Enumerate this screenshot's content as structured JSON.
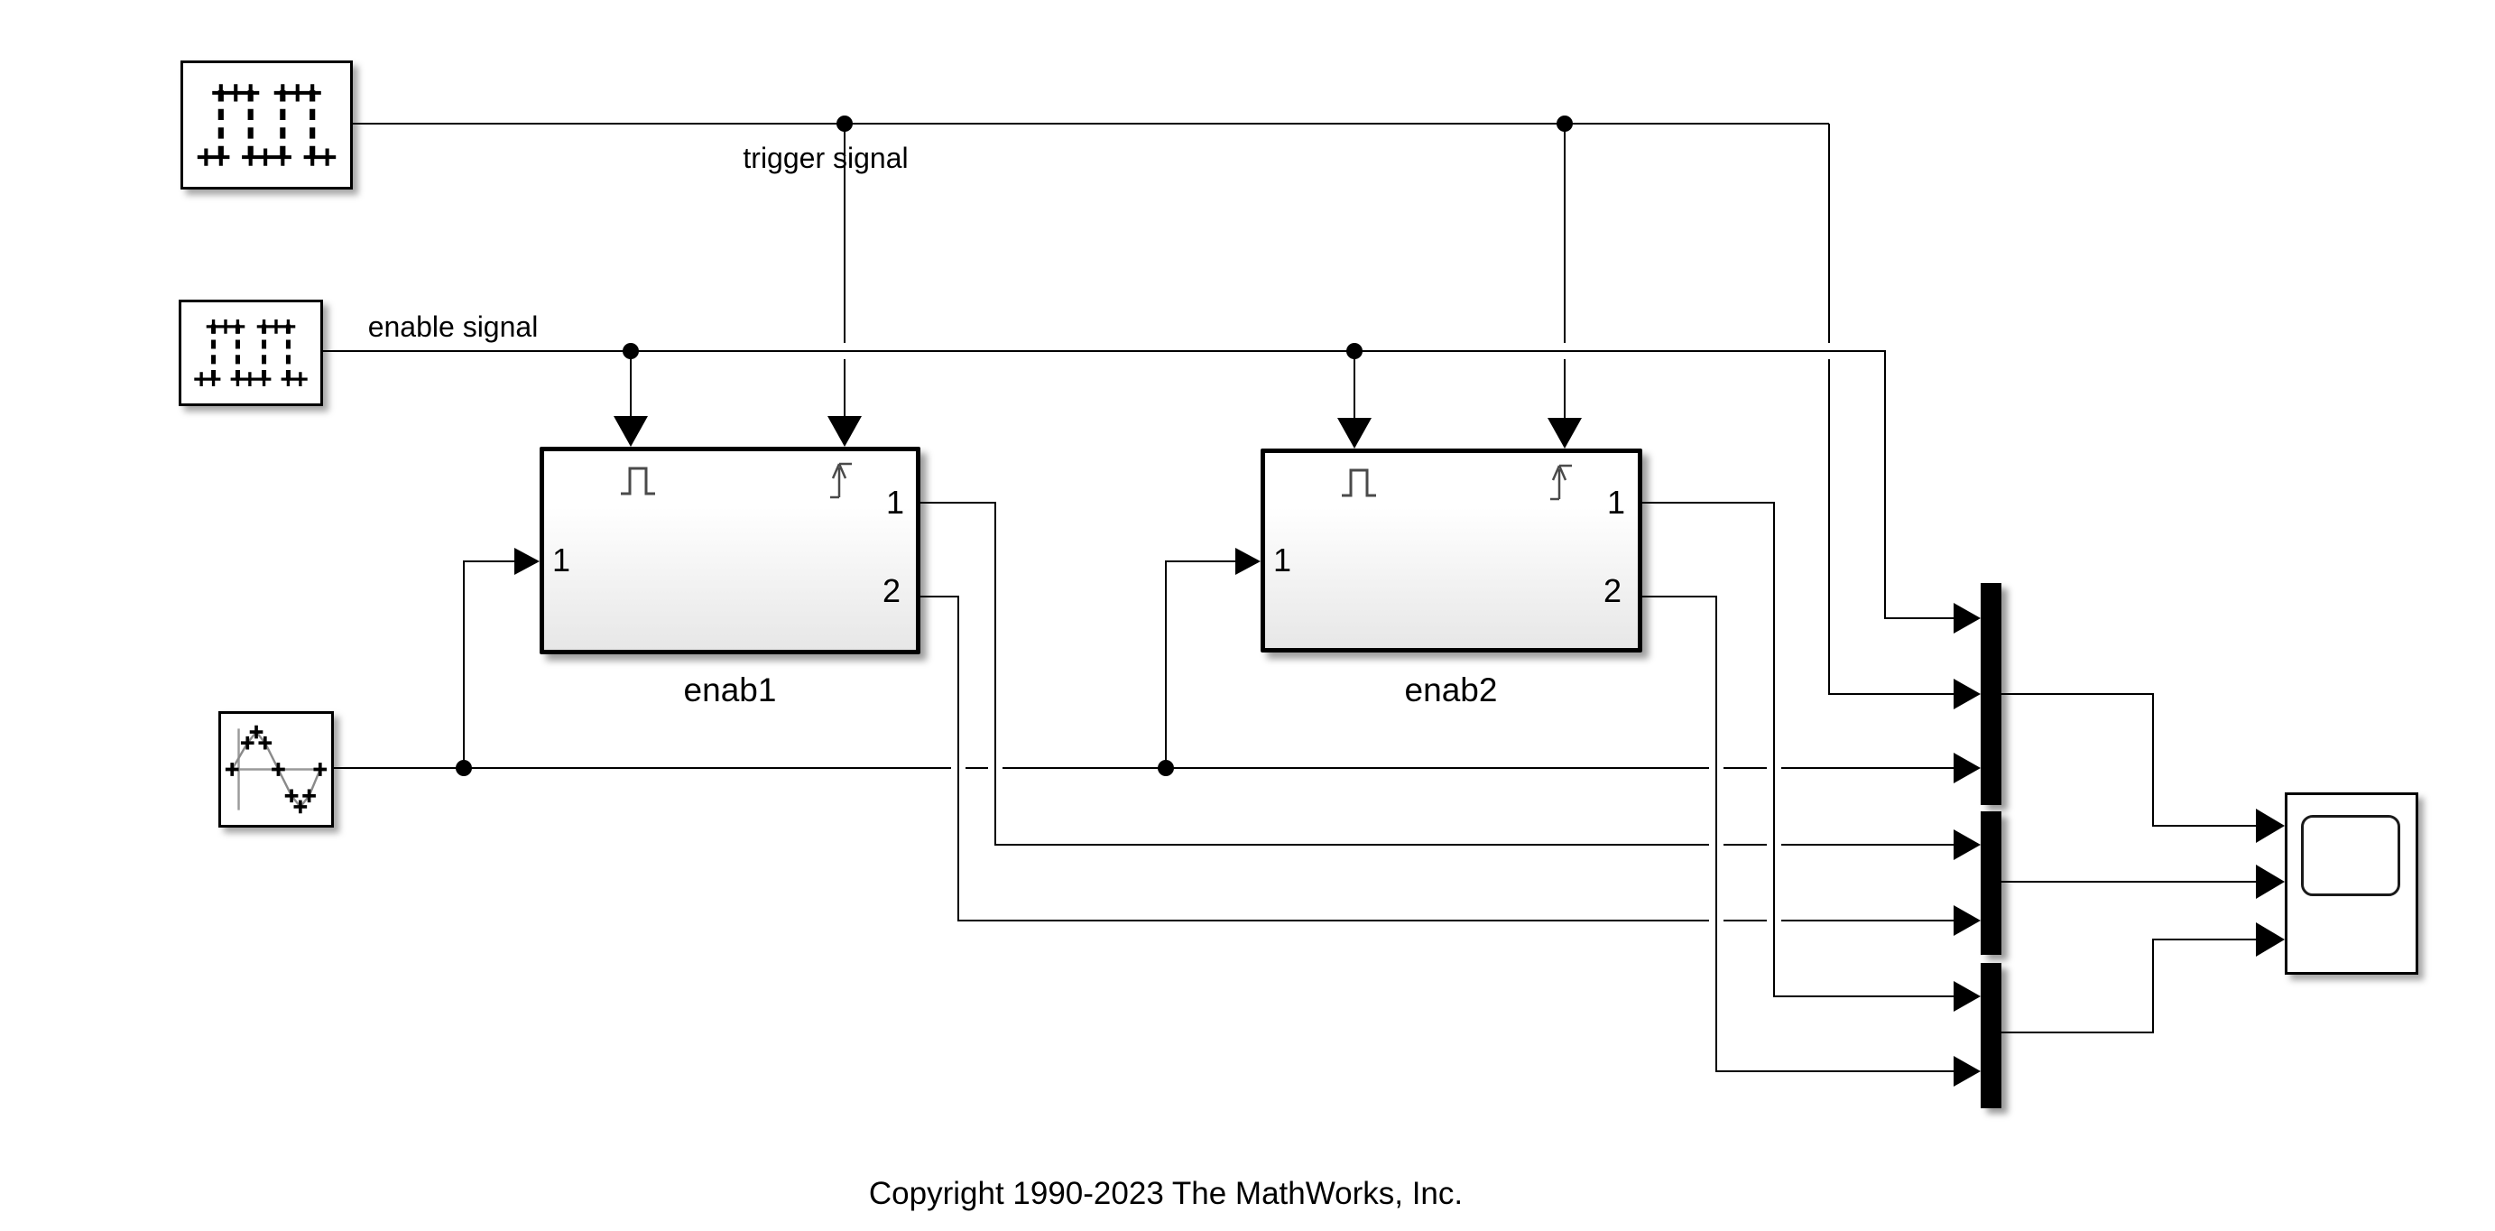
{
  "labels": {
    "trigger_signal": "trigger signal",
    "enable_signal": "enable signal",
    "copyright": "Copyright 1990-2023 The MathWorks, Inc."
  },
  "subsystems": {
    "enab1": {
      "name": "enab1",
      "input_port": "1",
      "output_port1": "1",
      "output_port2": "2"
    },
    "enab2": {
      "name": "enab2",
      "input_port": "1",
      "output_port1": "1",
      "output_port2": "2"
    }
  },
  "icons": {
    "pulse_generator": "discrete-pulse-generator-icon",
    "sine_wave": "discrete-sine-wave-icon",
    "enable_port": "enable-pulse-icon",
    "trigger_port": "trigger-edge-icon",
    "mux": "mux-bar",
    "scope": "scope-screen"
  },
  "colors": {
    "background": "#ffffff",
    "line": "#000000",
    "block_border": "#000000",
    "block_fill_top": "#ffffff",
    "block_fill_bottom": "#e7e7e7",
    "icon_stroke": "#4a4a4a",
    "axis_gray": "#999999"
  }
}
